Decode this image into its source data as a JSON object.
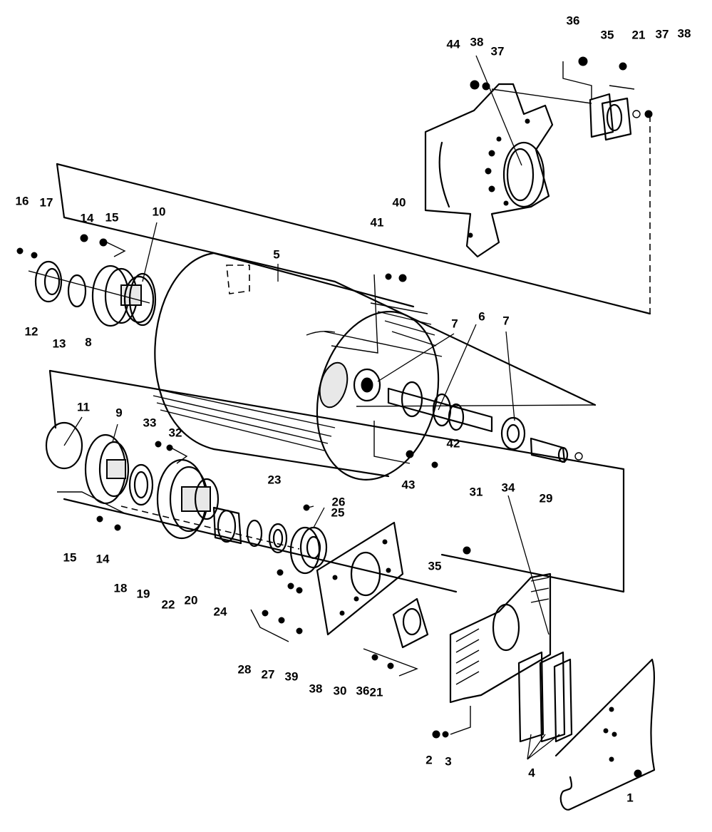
{
  "diagram": {
    "callouts": [
      "1",
      "2",
      "3",
      "4",
      "5",
      "6",
      "7",
      "7",
      "8",
      "9",
      "10",
      "11",
      "12",
      "13",
      "14",
      "14",
      "15",
      "15",
      "16",
      "17",
      "18",
      "19",
      "20",
      "21",
      "21",
      "22",
      "23",
      "24",
      "25",
      "26",
      "27",
      "28",
      "29",
      "30",
      "31",
      "32",
      "33",
      "34",
      "35",
      "35",
      "36",
      "36",
      "37",
      "37",
      "38",
      "38",
      "38",
      "39",
      "40",
      "41",
      "42",
      "43",
      "44"
    ]
  }
}
